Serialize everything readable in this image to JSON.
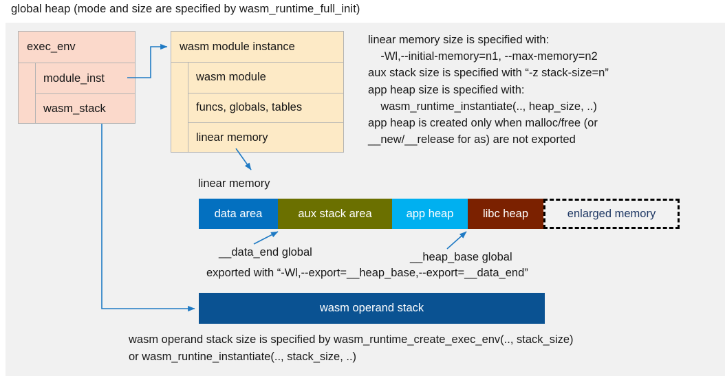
{
  "title": "global heap (mode and size are specified by wasm_runtime_full_init)",
  "colors": {
    "panel_bg": "#f1f1f1",
    "exec_env_bg": "#fbd9cb",
    "module_inst_bg": "#fdeac6",
    "connector": "#1f7ac4",
    "data_area": "#0370c0",
    "aux_stack_area": "#6b7000",
    "app_heap": "#00b0f0",
    "libc_heap": "#7b2100",
    "enlarged_memory_bg": "#f2f2f2",
    "enlarged_memory_text": "#1f3864",
    "operand_stack": "#0a5292"
  },
  "exec_env": {
    "header": "exec_env",
    "rows": [
      "module_inst",
      "wasm_stack"
    ]
  },
  "module_instance": {
    "header": "wasm module instance",
    "rows": [
      "wasm module",
      "funcs, globals, tables",
      "linear memory"
    ]
  },
  "notes": "linear memory size is specified with:\n    -Wl,--initial-memory=n1, --max-memory=n2\naux stack size is specified with “-z stack-size=n”\napp heap size is specified with:\n    wasm_runtime_instantiate(.., heap_size, ..)\napp heap is created only when malloc/free (or\n__new/__release for as) are not exported",
  "linear_memory": {
    "label": "linear memory",
    "segments": [
      {
        "label": "data area",
        "color": "#0370c0",
        "width": 115,
        "text_color": "#ffffff",
        "dashed": false
      },
      {
        "label": "aux stack area",
        "color": "#6b7000",
        "width": 166,
        "text_color": "#ffffff",
        "dashed": false
      },
      {
        "label": "app heap",
        "color": "#00b0f0",
        "width": 110,
        "text_color": "#ffffff",
        "dashed": false
      },
      {
        "label": "libc heap",
        "color": "#7b2100",
        "width": 110,
        "text_color": "#ffffff",
        "dashed": false
      },
      {
        "label": "enlarged memory",
        "color": "#f2f2f2",
        "width": 198,
        "text_color": "#1f3864",
        "dashed": true
      }
    ]
  },
  "annotations": {
    "data_end": "__data_end global",
    "heap_base": "__heap_base global",
    "exported": "exported with “-Wl,--export=__heap_base,--export=__data_end”"
  },
  "operand_stack": {
    "label": "wasm operand stack",
    "note": "wasm operand stack size is specified by wasm_runtime_create_exec_env(.., stack_size)\nor wasm_runtine_instantiate(.., stack_size, ..)"
  }
}
